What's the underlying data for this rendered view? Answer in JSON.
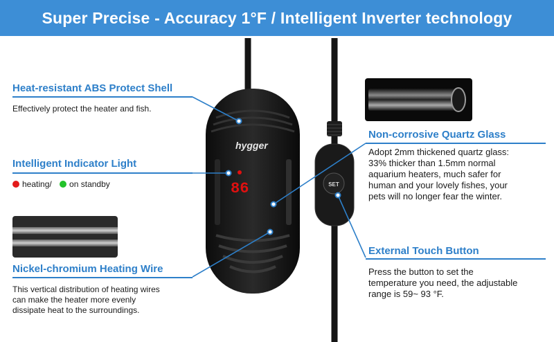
{
  "banner": {
    "title": "Super Precise - Accuracy 1°F / Intelligent Inverter technology"
  },
  "shell": {
    "heading": "Heat-resistant ABS Protect Shell",
    "text": "Effectively protect the heater and fish."
  },
  "indicator": {
    "heading": "Intelligent Indicator Light",
    "heating_label": "heating/",
    "standby_label": "on standby",
    "heating_color": "#e31b1b",
    "standby_color": "#22c22a"
  },
  "wire": {
    "heading": "Nickel-chromium Heating Wire",
    "text_lines": [
      "This vertical distribution of heating wires",
      "can make the heater more evenly",
      "dissipate heat to the surroundings."
    ]
  },
  "glass": {
    "heading": "Non-corrosive Quartz Glass",
    "text_lines": [
      "Adopt 2mm thickened quartz glass:",
      "33% thicker than 1.5mm normal",
      "aquarium heaters, much safer for",
      "human and your lovely fishes, your",
      "pets will no longer fear the winter."
    ]
  },
  "touch": {
    "heading": "External Touch Button",
    "text_lines": [
      "Press the button to set the",
      "temperature you need, the adjustable",
      "range is 59~ 93 °F."
    ]
  },
  "device": {
    "brand": "hygger",
    "display": "86",
    "button": "SET"
  },
  "colors": {
    "accent": "#2d7fc9",
    "banner": "#3d8ed6"
  }
}
